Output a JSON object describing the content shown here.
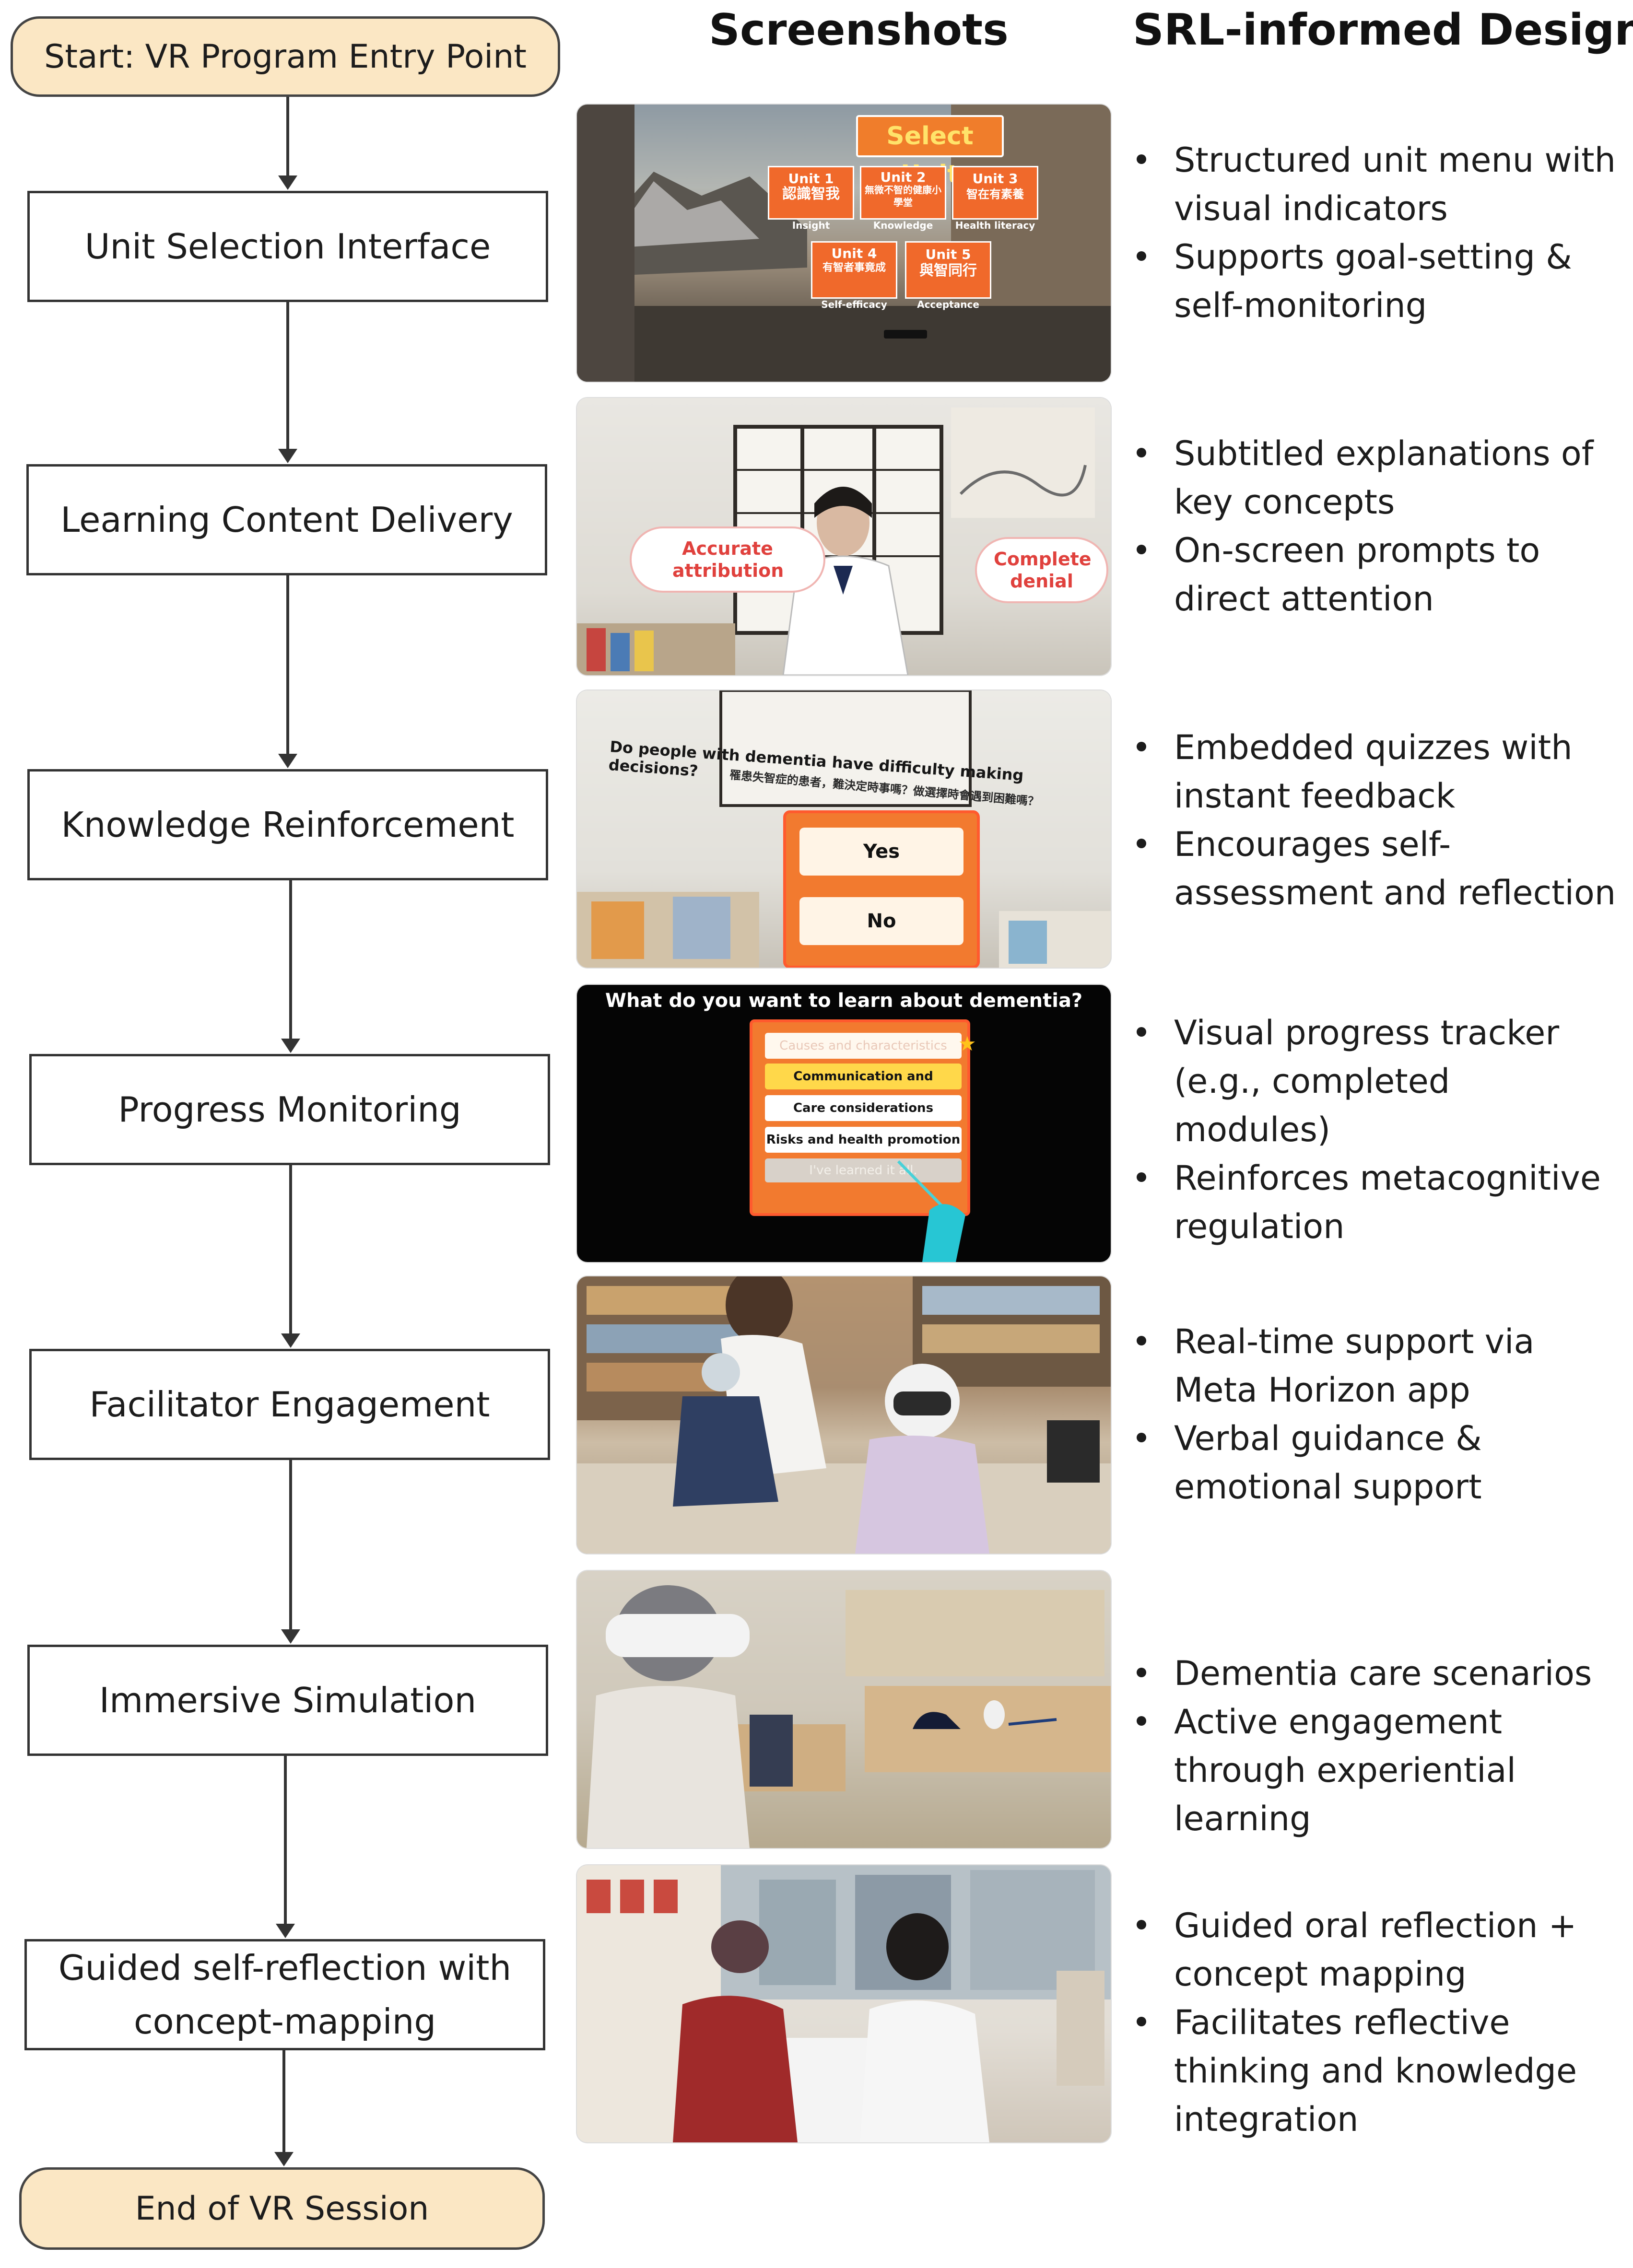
{
  "headers": {
    "screenshots": "Screenshots",
    "design": "SRL-informed Design"
  },
  "flow": {
    "start": "Start: VR Program Entry Point",
    "end": "End of VR Session",
    "steps": [
      "Unit Selection Interface",
      "Learning Content Delivery",
      "Knowledge Reinforcement",
      "Progress Monitoring",
      "Facilitator Engagement",
      "Immersive Simulation",
      "Guided self-reflection with concept-mapping"
    ]
  },
  "bullets": [
    [
      "Structured unit menu with visual indicators",
      "Supports goal-setting & self-monitoring"
    ],
    [
      "Subtitled explanations of key concepts",
      "On-screen prompts to direct attention"
    ],
    [
      "Embedded quizzes with instant feedback",
      "Encourages self-assessment and reflection"
    ],
    [
      "Visual progress tracker (e.g., completed modules)",
      "Reinforces metacognitive regulation"
    ],
    [
      "Real-time support via Meta Horizon app",
      "Verbal guidance & emotional support"
    ],
    [
      "Dementia care scenarios",
      "Active engagement through experiential learning"
    ],
    [
      "Guided oral reflection + concept mapping",
      "Facilitates reflective thinking and knowledge integration"
    ]
  ],
  "screens": {
    "unit_select": {
      "title": "Select Unit",
      "units": [
        {
          "label": "Unit 1",
          "zh": "認識智我",
          "caption": "Insight"
        },
        {
          "label": "Unit 2",
          "zh": "無微不智的健康小學堂",
          "caption": "Knowledge"
        },
        {
          "label": "Unit 3",
          "zh": "智在有素養",
          "caption": "Health literacy"
        },
        {
          "label": "Unit 4",
          "zh": "有智者事竟成",
          "caption": "Self-efficacy"
        },
        {
          "label": "Unit 5",
          "zh": "與智同行",
          "caption": "Acceptance"
        }
      ]
    },
    "content": {
      "bubble_left": "Accurate attribution",
      "bubble_right": "Complete denial"
    },
    "quiz": {
      "question": "Do people with dementia have difficulty making decisions?",
      "question_zh": "罹患失智症的患者，難決定時事嗎？做選擇時會遇到困難嗎？",
      "options": [
        "Yes",
        "No"
      ]
    },
    "progress": {
      "title": "What do you want to learn about dementia?",
      "items": [
        "Causes and characteristics",
        "Communication and behavior",
        "Care considerations",
        "Risks and health promotion",
        "I've learned it all."
      ]
    }
  }
}
